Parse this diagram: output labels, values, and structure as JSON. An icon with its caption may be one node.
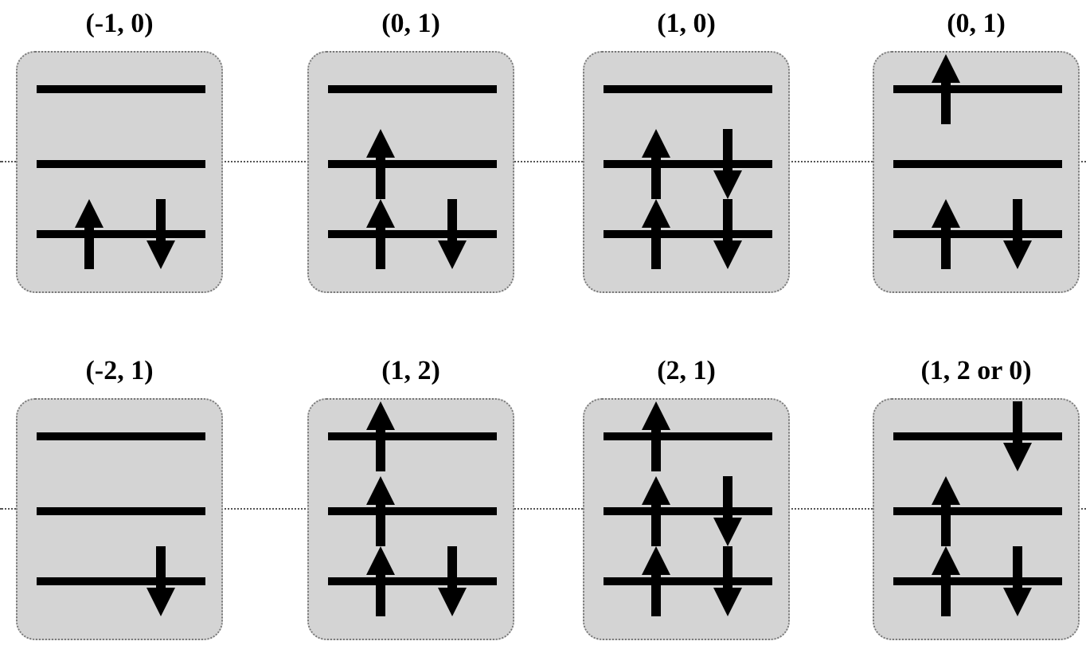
{
  "diagram": {
    "nodes": [
      {
        "text": [
          "(-1, 0)"
        ]
      },
      {
        "text": [
          "(0, 1)"
        ]
      },
      {
        "text": [
          "(1, 0)"
        ]
      },
      {
        "text": [
          "(0, 1)"
        ]
      },
      {
        "text": [
          "(-2, 1)"
        ]
      },
      {
        "text": [
          "(1, 2)"
        ]
      },
      {
        "text": [
          "(2, 1)"
        ]
      },
      {
        "text": [
          "(1, 2 or 0)"
        ]
      }
    ]
  }
}
